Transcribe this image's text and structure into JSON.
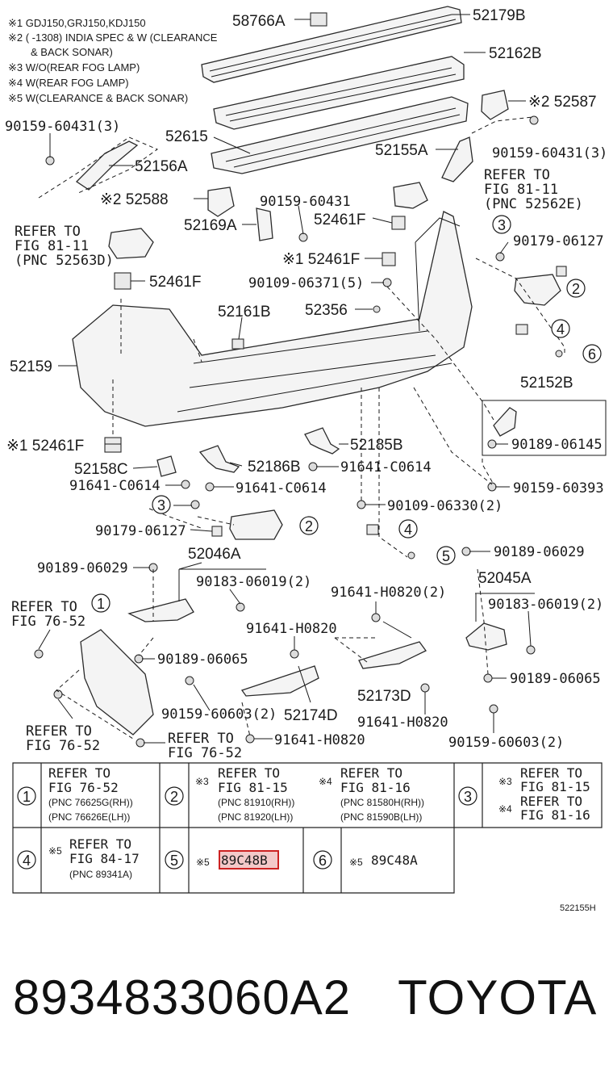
{
  "notes": [
    "※1 GDJ150,GRJ150,KDJ150",
    "※2 (      -1308) INDIA SPEC & W (CLEARANCE",
    "& BACK SONAR)",
    "※3 W/O(REAR FOG LAMP)",
    "※4 W(REAR FOG LAMP)",
    "※5 W(CLEARANCE & BACK SONAR)"
  ],
  "labels": {
    "l58766A": "58766A",
    "l52179B": "52179B",
    "l52162B": "52162B",
    "l52587": "※2 52587",
    "l90159_3a": "90159-60431(3)",
    "l90159_3b": "90159-60431(3)",
    "l52615": "52615",
    "l52155A": "52155A",
    "l52156A": "52156A",
    "l52588": "※2 52588",
    "l90159_60431": "90159-60431",
    "l52169A": "52169A",
    "l52461F_a": "52461F",
    "l52461F_b": "※1 52461F",
    "l52461F_c": "52461F",
    "l52461F_d": "※1 52461F",
    "l90179_a": "90179-06127",
    "l90109_5": "90109-06371(5)",
    "l52356": "52356",
    "l52161B": "52161B",
    "l52159": "52159",
    "l52152B": "52152B",
    "l90189_06145": "90189-06145",
    "l52158C": "52158C",
    "l52186B": "52186B",
    "l52185B": "52185B",
    "l91641_a": "91641-C0614",
    "l91641_b": "91641-C0614",
    "l91641_c": "91641-C0614",
    "l90159_60393": "90159-60393",
    "l90109_2": "90109-06330(2)",
    "l90179_b": "90179-06127",
    "l52046A": "52046A",
    "l90189_06029a": "90189-06029",
    "l90189_06029b": "90189-06029",
    "l90183_a": "90183-06019(2)",
    "l90183_b": "90183-06019(2)",
    "l52045A": "52045A",
    "l91641H_2": "91641-H0820(2)",
    "l91641H_a": "91641-H0820",
    "l91641H_b": "91641-H0820",
    "l91641H_c": "91641-H0820",
    "l90189_06065a": "90189-06065",
    "l90189_06065b": "90189-06065",
    "l90159_603a": "90159-60603(2)",
    "l90159_603b": "90159-60603(2)",
    "l52174D": "52174D",
    "l52173D": "52173D"
  },
  "refers": {
    "r81_11a": {
      "l1": "REFER TO",
      "l2": "FIG 81-11",
      "l3": "(PNC 52562E)"
    },
    "r81_11b": {
      "l1": "REFER TO",
      "l2": "FIG 81-11",
      "l3": "(PNC 52563D)"
    },
    "r76_52a": {
      "l1": "REFER TO",
      "l2": "FIG 76-52"
    },
    "r76_52b": {
      "l1": "REFER TO",
      "l2": "FIG 76-52"
    },
    "r76_52c": {
      "l1": "REFER TO",
      "l2": "FIG 76-52"
    }
  },
  "circled": [
    "1",
    "2",
    "3",
    "4",
    "5",
    "6"
  ],
  "table": {
    "c1": {
      "num": "1",
      "l1": "REFER TO",
      "l2": "FIG 76-52",
      "s1": "(PNC 76625G(RH))",
      "s2": "(PNC 76626E(LH))"
    },
    "c2": {
      "num": "2",
      "mark": "※3",
      "l1": "REFER TO",
      "l2": "FIG 81-15",
      "s1": "(PNC 81910(RH))",
      "s2": "(PNC 81920(LH))",
      "mark2": "※4",
      "l3": "REFER TO",
      "l4": "FIG 81-16",
      "s3": "(PNC 81580H(RH))",
      "s4": "(PNC 81590B(LH))"
    },
    "c3": {
      "num": "3",
      "mark": "※3",
      "l1": "REFER TO",
      "l2": "FIG 81-15",
      "mark2": "※4",
      "l3": "REFER TO",
      "l4": "FIG 81-16"
    },
    "c4": {
      "num": "4",
      "mark": "※5",
      "l1": "REFER TO",
      "l2": "FIG 84-17",
      "s1": "(PNC 89341A)"
    },
    "c5": {
      "num": "5",
      "mark": "※5",
      "code": "89C48B"
    },
    "c6": {
      "num": "6",
      "mark": "※5",
      "code": "89C48A"
    }
  },
  "illustration_code": "522155H",
  "footer": {
    "part_number": "8934833060A2",
    "brand": "TOYOTA"
  },
  "colors": {
    "highlight": "#cc2222",
    "line": "#1a1a1a"
  }
}
